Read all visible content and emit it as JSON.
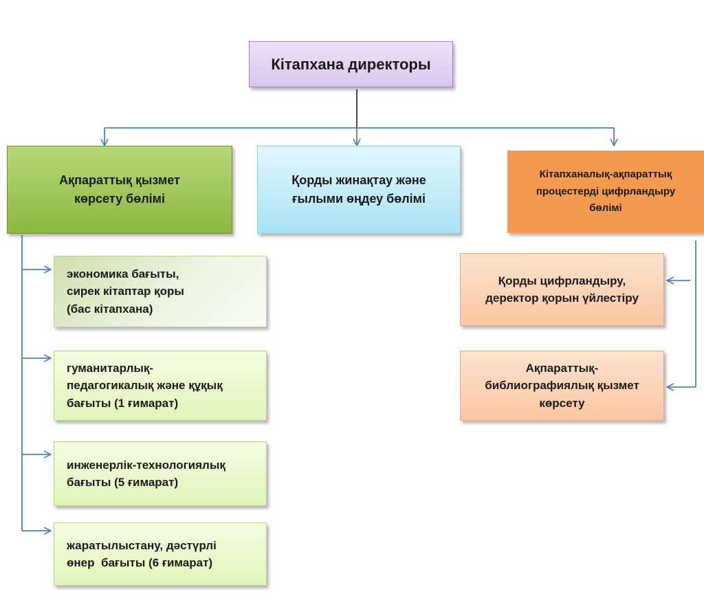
{
  "director": {
    "label": [
      "Кітапхана директоры"
    ]
  },
  "departments": [
    {
      "id": "info",
      "label": [
        "Ақпараттық қызмет",
        "көрсету бөлімі"
      ]
    },
    {
      "id": "collect",
      "label": [
        "Қорды жинақтау және",
        "ғылыми өңдеу бөлімі"
      ]
    },
    {
      "id": "digital",
      "label": [
        "Кітапханалық-ақпараттық",
        "процестерді цифрландыру",
        "бөлімі"
      ]
    }
  ],
  "info_subunits": [
    {
      "label": [
        "экономика бағыты,",
        "сирек кітаптар қоры",
        "(бас кітапхана)"
      ]
    },
    {
      "label": [
        "гуманитарлық-",
        "педагогикалық және құқық",
        "бағыты (1 ғимарат)"
      ]
    },
    {
      "label": [
        "инженерлік-технологиялық",
        "бағыты (5 ғимарат)"
      ]
    },
    {
      "label": [
        "жаратылыстану, дәстүрлі",
        "өнер  бағыты (6 ғимарат)"
      ]
    }
  ],
  "digital_subunits": [
    {
      "label": [
        "Қорды цифрландыру,",
        "деректор қорын үйлестіру"
      ]
    },
    {
      "label": [
        "Ақпараттық-",
        "библиографиялық қызмет",
        "көрсету"
      ]
    }
  ],
  "colors": {
    "connector": "#4f7fb8",
    "director_fill": "#d9c7ec",
    "info_dept_fill": "#9bc454",
    "collect_dept_fill": "#b8e8f6",
    "digital_dept_fill": "#f49a4f",
    "green_sub_fill": "#e7f8c8",
    "orange_sub_fill": "#fbd0b0"
  }
}
